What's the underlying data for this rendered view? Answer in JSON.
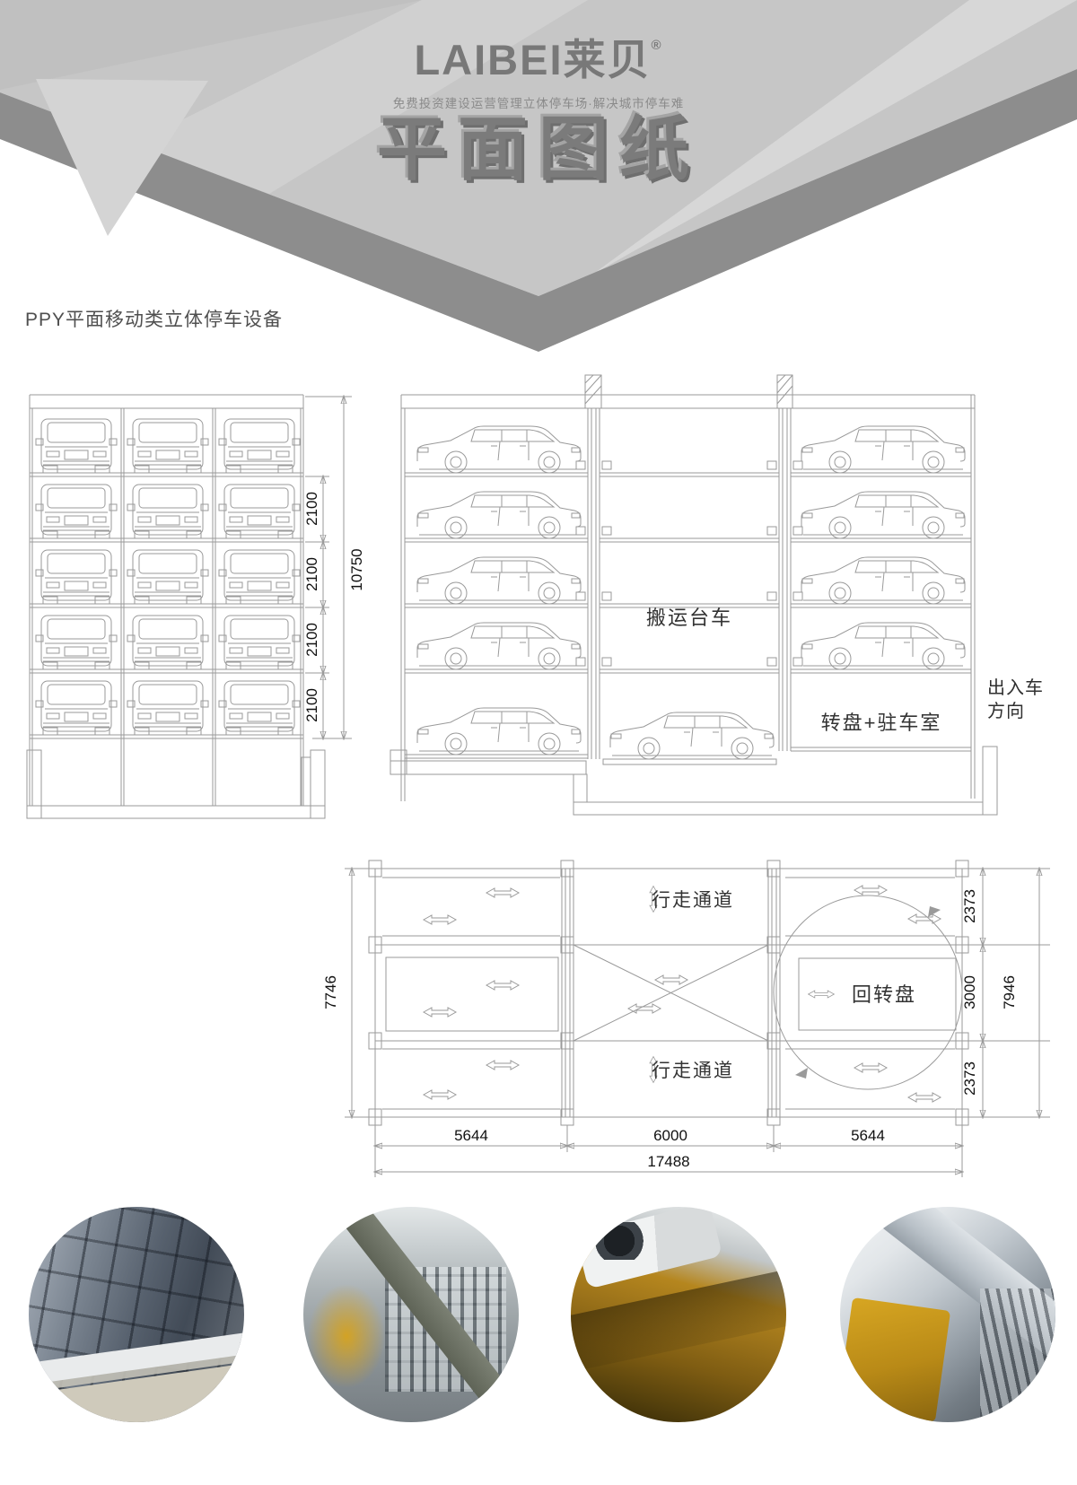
{
  "header": {
    "brand": "LAIBEI莱贝",
    "registered_mark": "®",
    "tagline": "免费投资建设运营管理立体停车场·解决城市停车难",
    "page_title": "平面图纸"
  },
  "section_heading": "PPY平面移动类立体停车设备",
  "front_elevation": {
    "levels": 5,
    "columns": 3,
    "level_height_dims": [
      "2100",
      "2100",
      "2100",
      "2100"
    ],
    "total_height_dim": "10750"
  },
  "side_elevation": {
    "transfer_trolley_label": "搬运台车",
    "turntable_room_label": "转盘+驻车室",
    "entry_exit_label_line1": "出入车",
    "entry_exit_label_line2": "方向"
  },
  "plan": {
    "aisle_label_top": "行走通道",
    "aisle_label_bottom": "行走通道",
    "turntable_label": "回转盘",
    "dim_left_total": "7746",
    "dim_right_top": "2373",
    "dim_right_middle": "3000",
    "dim_right_bottom": "2373",
    "dim_right_total": "7946",
    "dim_bottom_left": "5644",
    "dim_bottom_middle": "6000",
    "dim_bottom_right": "5644",
    "dim_bottom_total": "17488"
  },
  "photos": [
    "parking-tower-facade",
    "steel-structure-interior",
    "trolley-underside-with-car",
    "steel-beams-and-lift"
  ],
  "colors": {
    "header_gray": "#c6c6c6",
    "header_edge_gray": "#8d8d8d",
    "pit_gray": "#6f6f6f",
    "drawing_line": "#9a9a9a"
  }
}
